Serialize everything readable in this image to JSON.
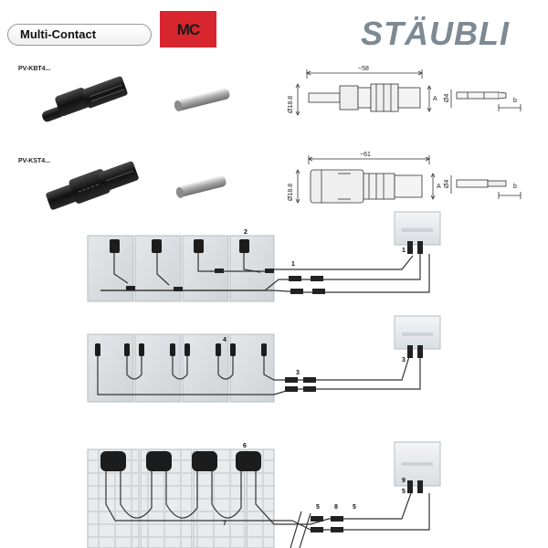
{
  "header": {
    "brand_name": "Multi-Contact",
    "mc_logo": "MC",
    "staubli_logo": "STÄUBLI",
    "colors": {
      "mc_red": "#d8262e",
      "staubli_grey": "#7d8a93"
    }
  },
  "products": [
    {
      "caption": "PV-KBT4...",
      "dim_length": "~58",
      "dim_diameter": "Ø18.8",
      "dim_a": "A",
      "pin_diameter": "Ø4",
      "pin_b": "b"
    },
    {
      "caption": "PV-KST4...",
      "dim_length": "~61",
      "dim_diameter": "Ø18.8",
      "dim_a": "A",
      "pin_diameter": "Ø4",
      "pin_b": "b"
    }
  ],
  "diagrams": [
    {
      "callouts": [
        "2",
        "1",
        "1"
      ]
    },
    {
      "callouts": [
        "4",
        "3",
        "3"
      ]
    },
    {
      "callouts": [
        "6",
        "7",
        "5",
        "8",
        "5",
        "9",
        "5"
      ]
    }
  ]
}
